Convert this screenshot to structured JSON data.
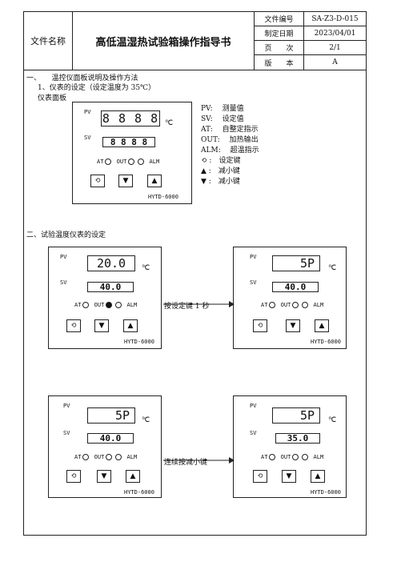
{
  "header": {
    "file_name_label": "文件名称",
    "title": "高低温湿热试验箱操作指导书",
    "rows": [
      {
        "label": "文件编号",
        "value": "SA-Z3-D-015"
      },
      {
        "label": "制定日期",
        "value": "2023/04/01"
      },
      {
        "label": "页　　次",
        "value": "2/1"
      },
      {
        "label": "版　　本",
        "value": "A"
      }
    ]
  },
  "section1": {
    "heading": "一、　　温控仪面板说明及操作方法",
    "sub1": "1、仪表的设定（设定温度为 35℃）",
    "sub2": "仪表面板"
  },
  "main_panel": {
    "pv_label": "PV",
    "sv_label": "SV",
    "pv_value": "8 8 8 8",
    "sv_value": "8 8 8 8",
    "unit": "℃",
    "at": "AT",
    "out": "OUT",
    "alm": "ALM",
    "model": "HYTD-6000"
  },
  "legend": [
    {
      "key": "PV:",
      "desc": "测量值"
    },
    {
      "key": "SV:",
      "desc": "设定值"
    },
    {
      "key": "AT:",
      "desc": "自整定指示"
    },
    {
      "key": "OUT:",
      "desc": "加热输出"
    },
    {
      "key": "ALM:",
      "desc": "超温指示"
    },
    {
      "key": ":",
      "desc": "设定键"
    },
    {
      "key": "▲ :",
      "desc": "减小键"
    },
    {
      "key": "▼ :",
      "desc": "减小键"
    }
  ],
  "section2": {
    "heading": "二、试验温度仪表的设定"
  },
  "panels": [
    {
      "pv": "20.0",
      "sv": "40.0",
      "out_on": true
    },
    {
      "pv": "5P",
      "sv": "40.0",
      "out_on": false
    },
    {
      "pv": "5P",
      "sv": "40.0",
      "out_on": false
    },
    {
      "pv": "5P",
      "sv": "35.0",
      "out_on": false
    }
  ],
  "arrows": [
    {
      "label": "按设定键 1 秒"
    },
    {
      "label": "连续按减小键"
    }
  ],
  "icons": {
    "set": "set-key-icon",
    "up": "triangle-up-icon",
    "down": "triangle-down-icon"
  }
}
